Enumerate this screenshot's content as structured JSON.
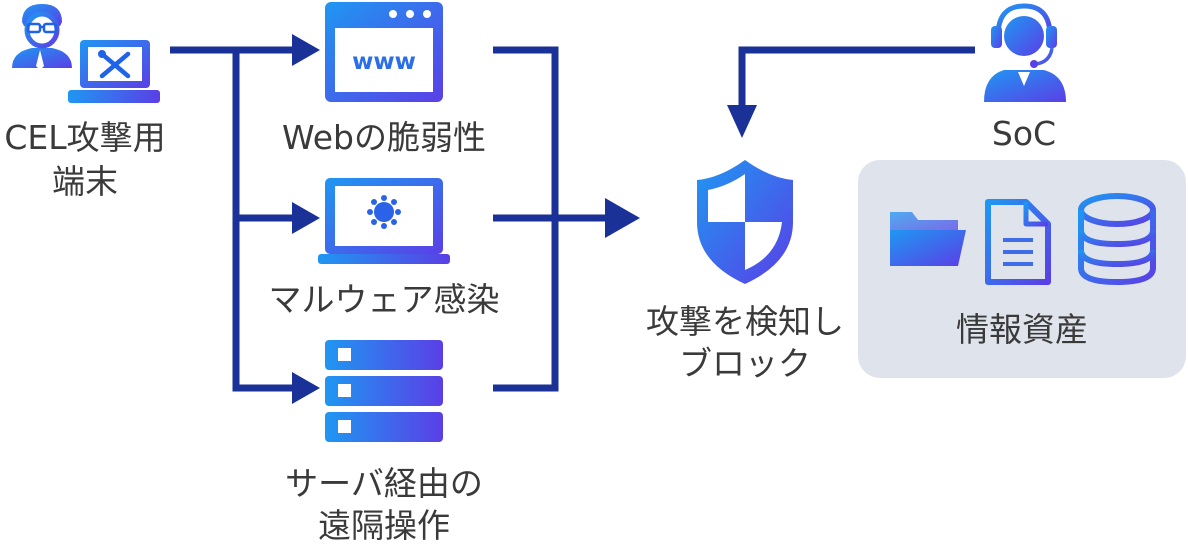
{
  "colors": {
    "arrow": "#1a3298",
    "gradient_start": "#1f97f2",
    "gradient_end": "#5a3fe6",
    "panel": "#dfe3ec",
    "text": "#3a3a3a"
  },
  "source": {
    "label_line1": "CEL攻撃用",
    "label_line2": "端末",
    "icons": [
      "attacker-person-icon",
      "tools-laptop-icon"
    ]
  },
  "attacks": [
    {
      "label_line1": "Webの脆弱性",
      "label_line2": "",
      "icon": "browser-window-icon",
      "icon_text": "www"
    },
    {
      "label_line1": "マルウェア感染",
      "label_line2": "",
      "icon": "malware-laptop-icon"
    },
    {
      "label_line1": "サーバ経由の",
      "label_line2": "遠隔操作",
      "icon": "server-rack-icon"
    }
  ],
  "defense": {
    "label_line1": "攻撃を検知し",
    "label_line2": "ブロック",
    "icon": "shield-icon"
  },
  "soc": {
    "label": "SoC",
    "icon": "operator-headset-icon"
  },
  "assets": {
    "label": "情報資産",
    "icons": [
      "folder-icon",
      "document-icon",
      "database-icon"
    ]
  }
}
